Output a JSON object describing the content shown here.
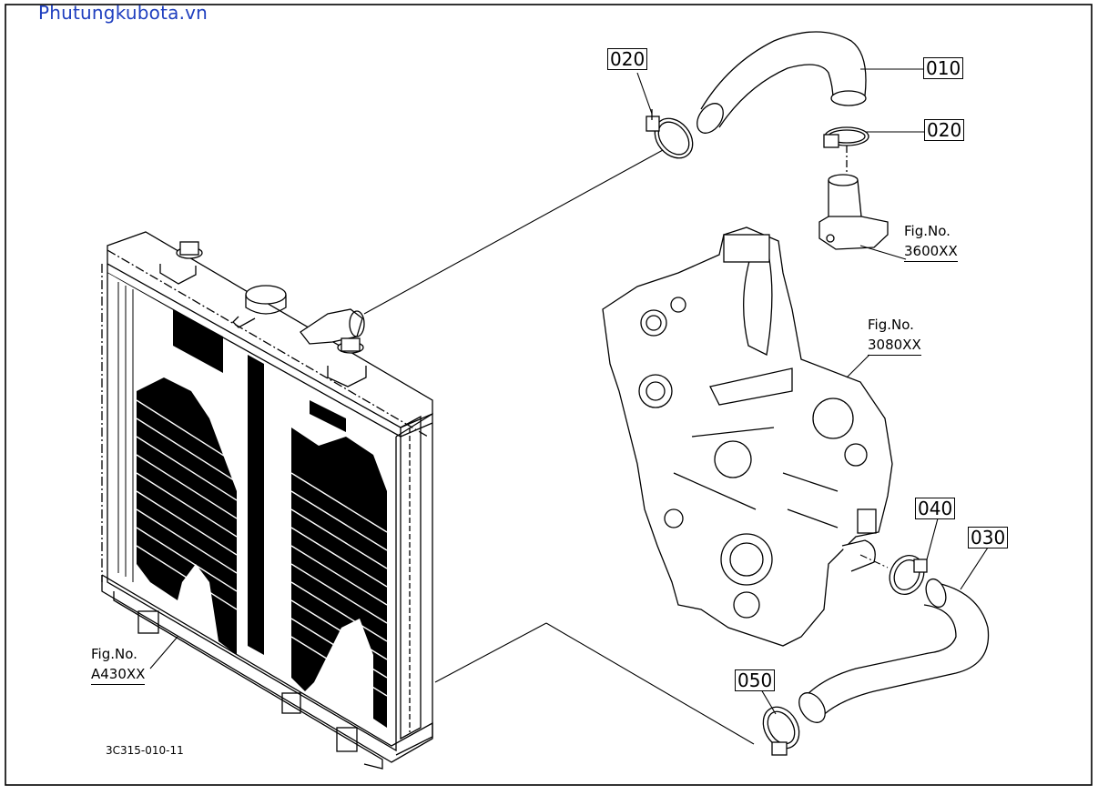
{
  "watermark": "Phutungkubota.vn",
  "parts": {
    "p010": "010",
    "p020a": "020",
    "p020b": "020",
    "p030": "030",
    "p040": "040",
    "p050": "050"
  },
  "fig_refs": {
    "thermostat": {
      "label": "Fig.No.",
      "number": "3600XX"
    },
    "gearcase": {
      "label": "Fig.No.",
      "number": "3080XX"
    },
    "radiator": {
      "label": "Fig.No.",
      "number": "A430XX"
    }
  },
  "diagram_code": "3C315-010-11"
}
